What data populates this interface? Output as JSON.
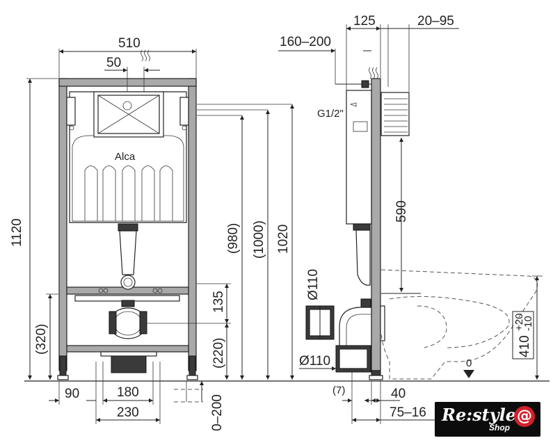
{
  "front_view": {
    "overall_width": "510",
    "outlet_offset": "50",
    "total_height": "1120",
    "left_dim_320": "(320)",
    "h_980": "(980)",
    "h_1000": "(1000)",
    "h_1020": "1020",
    "h_135": "135",
    "h_220": "(220)",
    "bottom_90": "90",
    "bottom_180": "180",
    "bottom_230": "230",
    "leg_range": "0–200",
    "brand": "Alca"
  },
  "side_view": {
    "top_125": "125",
    "top_20_95": "20–95",
    "top_160_200": "160–200",
    "thread": "G1/2\"",
    "h_590": "590",
    "dia_upper": "Ø110",
    "dia_lower": "Ø110",
    "dim_7": "(7)",
    "dim_40": "40",
    "dim_75_16": "75–16",
    "zero_mark": "0",
    "bowl_height": "410",
    "tol_plus": "+20",
    "tol_minus": "-10"
  },
  "logo": {
    "main": "Re:style",
    "at": "@",
    "sub": "Shop"
  }
}
